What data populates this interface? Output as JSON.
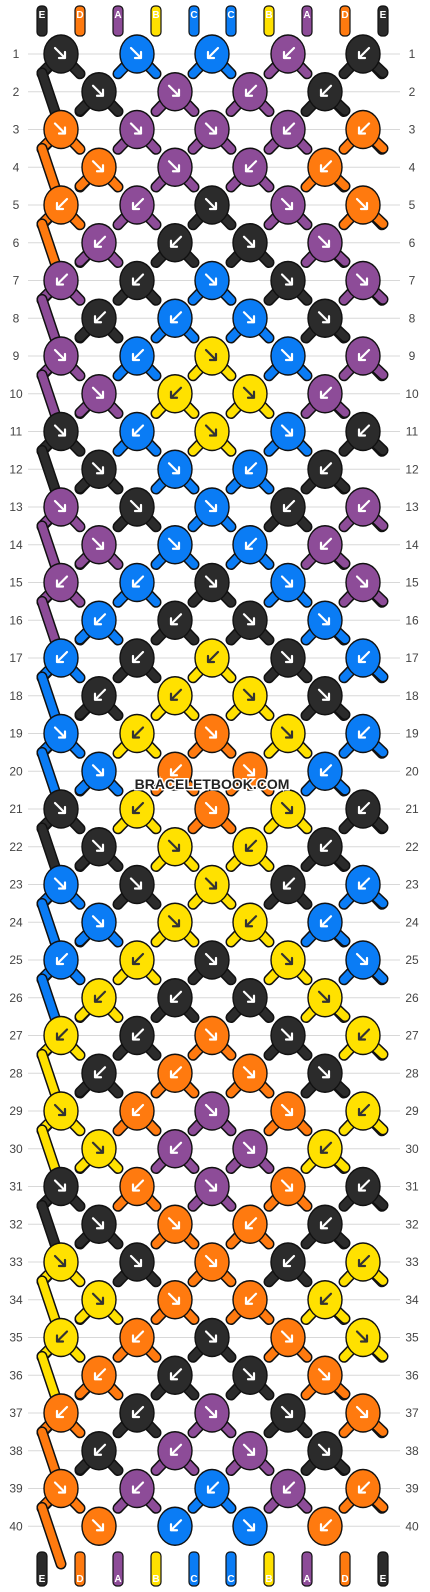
{
  "watermark": "BRACELETBOOK.COM",
  "colors": {
    "E": "#2b2b2b",
    "D": "#ff7a0f",
    "A": "#8d4c98",
    "B": "#ffe100",
    "C": "#0a7cf5"
  },
  "strand_labels": [
    "E",
    "D",
    "A",
    "B",
    "C",
    "C",
    "B",
    "A",
    "D",
    "E"
  ],
  "row_numbers": [
    "1",
    "2",
    "3",
    "4",
    "5",
    "6",
    "7",
    "8",
    "9",
    "10",
    "11",
    "12",
    "13",
    "14",
    "15",
    "16",
    "17",
    "18",
    "19",
    "20",
    "21",
    "22",
    "23",
    "24",
    "25",
    "26",
    "27",
    "28",
    "29",
    "30",
    "31",
    "32",
    "33",
    "34",
    "35",
    "36",
    "37",
    "38",
    "39",
    "40"
  ],
  "knots": [
    [
      "E",
      "C",
      "C",
      "A",
      "E"
    ],
    [
      "E",
      "A",
      "A",
      "E"
    ],
    [
      "D",
      "A",
      "A",
      "A",
      "D"
    ],
    [
      "D",
      "A",
      "A",
      "D"
    ],
    [
      "D",
      "A",
      "E",
      "A",
      "D"
    ],
    [
      "A",
      "E",
      "E",
      "A"
    ],
    [
      "A",
      "E",
      "C",
      "E",
      "A"
    ],
    [
      "E",
      "C",
      "C",
      "E"
    ],
    [
      "A",
      "C",
      "B",
      "C",
      "A"
    ],
    [
      "A",
      "B",
      "B",
      "A"
    ],
    [
      "E",
      "C",
      "B",
      "C",
      "E"
    ],
    [
      "E",
      "C",
      "C",
      "E"
    ],
    [
      "A",
      "E",
      "C",
      "E",
      "A"
    ],
    [
      "A",
      "C",
      "C",
      "A"
    ],
    [
      "A",
      "C",
      "E",
      "C",
      "A"
    ],
    [
      "C",
      "E",
      "E",
      "C"
    ],
    [
      "C",
      "E",
      "B",
      "E",
      "C"
    ],
    [
      "E",
      "B",
      "B",
      "E"
    ],
    [
      "C",
      "B",
      "D",
      "B",
      "C"
    ],
    [
      "C",
      "D",
      "D",
      "C"
    ],
    [
      "E",
      "B",
      "D",
      "B",
      "E"
    ],
    [
      "E",
      "B",
      "B",
      "E"
    ],
    [
      "C",
      "E",
      "B",
      "E",
      "C"
    ],
    [
      "C",
      "B",
      "B",
      "C"
    ],
    [
      "C",
      "B",
      "E",
      "B",
      "C"
    ],
    [
      "B",
      "E",
      "E",
      "B"
    ],
    [
      "B",
      "E",
      "D",
      "E",
      "B"
    ],
    [
      "E",
      "D",
      "D",
      "E"
    ],
    [
      "B",
      "D",
      "A",
      "D",
      "B"
    ],
    [
      "B",
      "A",
      "A",
      "B"
    ],
    [
      "E",
      "D",
      "A",
      "D",
      "E"
    ],
    [
      "E",
      "D",
      "D",
      "E"
    ],
    [
      "B",
      "E",
      "D",
      "E",
      "B"
    ],
    [
      "B",
      "D",
      "D",
      "B"
    ],
    [
      "B",
      "D",
      "E",
      "D",
      "B"
    ],
    [
      "D",
      "E",
      "E",
      "D"
    ],
    [
      "D",
      "E",
      "A",
      "E",
      "D"
    ],
    [
      "E",
      "A",
      "A",
      "E"
    ],
    [
      "D",
      "A",
      "C",
      "A",
      "D"
    ],
    [
      "D",
      "C",
      "C",
      "D"
    ]
  ],
  "arrows": [
    [
      "se",
      "se",
      "sw",
      "sw",
      "sw"
    ],
    [
      "se",
      "se",
      "sw",
      "sw"
    ],
    [
      "se",
      "se",
      "se",
      "sw",
      "sw"
    ],
    [
      "se",
      "se",
      "sw",
      "sw"
    ],
    [
      "sw",
      "sw",
      "se",
      "se",
      "se"
    ],
    [
      "sw",
      "sw",
      "se",
      "se"
    ],
    [
      "sw",
      "sw",
      "se",
      "se",
      "se"
    ],
    [
      "sw",
      "sw",
      "se",
      "se"
    ],
    [
      "se",
      "sw",
      "se",
      "se",
      "sw"
    ],
    [
      "se",
      "sw",
      "se",
      "sw"
    ],
    [
      "se",
      "sw",
      "se",
      "se",
      "sw"
    ],
    [
      "se",
      "se",
      "sw",
      "sw"
    ],
    [
      "se",
      "se",
      "se",
      "sw",
      "sw"
    ],
    [
      "se",
      "se",
      "sw",
      "sw"
    ],
    [
      "sw",
      "sw",
      "se",
      "se",
      "se"
    ],
    [
      "sw",
      "sw",
      "se",
      "se"
    ],
    [
      "sw",
      "sw",
      "sw",
      "se",
      "sw"
    ],
    [
      "sw",
      "sw",
      "se",
      "se"
    ],
    [
      "se",
      "sw",
      "se",
      "se",
      "sw"
    ],
    [
      "se",
      "sw",
      "se",
      "sw"
    ],
    [
      "se",
      "sw",
      "se",
      "se",
      "sw"
    ],
    [
      "se",
      "se",
      "sw",
      "sw"
    ],
    [
      "se",
      "se",
      "se",
      "sw",
      "sw"
    ],
    [
      "se",
      "se",
      "sw",
      "sw"
    ],
    [
      "sw",
      "sw",
      "se",
      "se",
      "se"
    ],
    [
      "sw",
      "sw",
      "se",
      "se"
    ],
    [
      "sw",
      "sw",
      "se",
      "se",
      "sw"
    ],
    [
      "sw",
      "sw",
      "se",
      "se"
    ],
    [
      "se",
      "sw",
      "se",
      "se",
      "sw"
    ],
    [
      "se",
      "sw",
      "se",
      "sw"
    ],
    [
      "se",
      "sw",
      "se",
      "se",
      "sw"
    ],
    [
      "se",
      "se",
      "sw",
      "sw"
    ],
    [
      "se",
      "se",
      "se",
      "sw",
      "sw"
    ],
    [
      "se",
      "se",
      "sw",
      "sw"
    ],
    [
      "sw",
      "sw",
      "se",
      "se",
      "se"
    ],
    [
      "sw",
      "sw",
      "se",
      "se"
    ],
    [
      "sw",
      "sw",
      "se",
      "se",
      "se"
    ],
    [
      "sw",
      "sw",
      "se",
      "se"
    ],
    [
      "se",
      "sw",
      "sw",
      "sw",
      "sw"
    ],
    [
      "se",
      "sw",
      "se",
      "sw"
    ]
  ]
}
